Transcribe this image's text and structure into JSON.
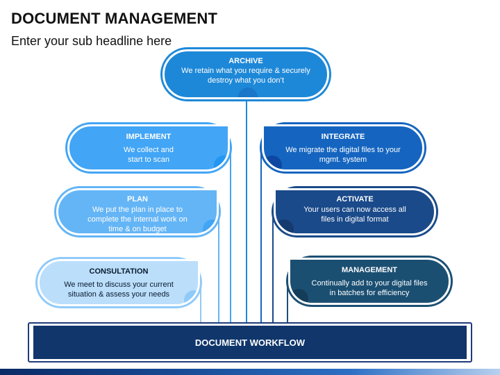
{
  "header": {
    "title": "DOCUMENT MANAGEMENT",
    "subtitle": "Enter your sub headline here"
  },
  "diagram": {
    "root": "DOCUMENT WORKFLOW",
    "top": {
      "title": "ARCHIVE",
      "desc": "We retain what you require & securely destroy what you don’t"
    },
    "left": [
      {
        "title": "IMPLEMENT",
        "desc": "We collect and start to scan"
      },
      {
        "title": "PLAN",
        "desc": "We put the plan in place to complete the internal work on time & on budget"
      },
      {
        "title": "CONSULTATION",
        "desc": "We meet to discuss your current situation & assess your needs"
      }
    ],
    "right": [
      {
        "title": "INTEGRATE",
        "desc": "We migrate the digital files to your mgmt. system"
      },
      {
        "title": "ACTIVATE",
        "desc": "Your users can now access all files in digital format"
      },
      {
        "title": "MANAGEMENT",
        "desc": "Continually add to your digital files in batches for efficiency"
      }
    ]
  },
  "colors": {
    "archive": "#1e88d8",
    "implement": "#42a5f5",
    "plan": "#64b5f6",
    "consultation": "#bbdefb",
    "integrate": "#1565c0",
    "activate": "#1a4a8a",
    "management": "#1b4f72",
    "root": "#10366b"
  }
}
